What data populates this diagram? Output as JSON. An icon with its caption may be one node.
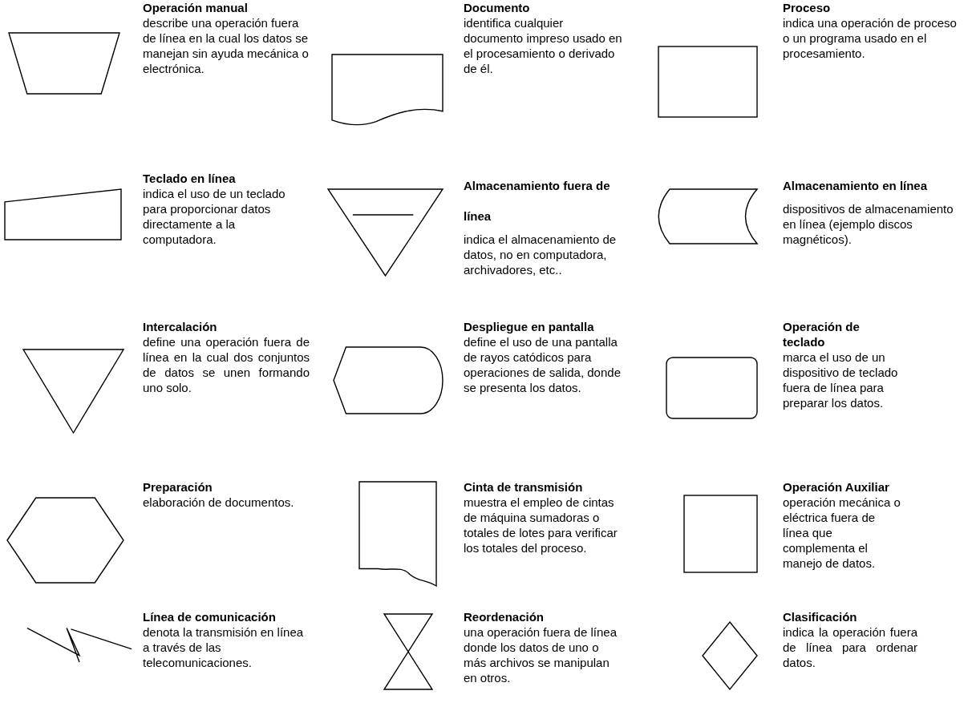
{
  "diagram": {
    "nodes": [
      {
        "text": [],
        "shape": "trapezoid",
        "beside": [
          "Operación manual",
          "describe una operación fuera de línea en la cual los datos se manejan sin ayuda mecánica o electrónica."
        ]
      },
      {
        "text": [],
        "shape": "document",
        "beside": [
          "Documento",
          "identifica cualquier documento impreso usado en el procesamiento o derivado de él."
        ]
      },
      {
        "text": [],
        "shape": "box",
        "beside": [
          "Proceso",
          "indica una operación de proceso o un programa usado en el procesamiento."
        ]
      },
      {
        "text": [],
        "shape": "quadrilateral",
        "beside": [
          "Teclado en línea",
          "indica el uso de un teclado para proporcionar datos directamente a la computadora."
        ]
      },
      {
        "text": [],
        "shape": "triangle",
        "beside": [
          "Almacenamiento fuera de línea",
          "indica el almacenamiento de datos, no en computadora, archivadores, etc.."
        ]
      },
      {
        "text": [],
        "shape": "cylinder",
        "beside": [
          "Almacenamiento en línea",
          "dispositivos de almacenamiento en línea (ejemplo discos magnéticos)."
        ]
      },
      {
        "text": [],
        "shape": "triangle",
        "beside": [
          "Intercalación",
          "define una operación fuera de línea en la cual dos conjuntos de datos se unen formando uno solo."
        ]
      },
      {
        "text": [],
        "shape": "display",
        "beside": [
          "Despliegue en pantalla",
          "define el uso de una pantalla de rayos catódicos para operaciones de salida, donde se presenta los datos."
        ]
      },
      {
        "text": [],
        "shape": "box",
        "beside": [
          "Operación de teclado",
          "marca el uso de un dispositivo de teclado fuera de línea para preparar los datos."
        ]
      },
      {
        "text": [],
        "shape": "hexagon",
        "beside": [
          "Preparación",
          "elaboración de documentos."
        ]
      },
      {
        "text": [],
        "shape": "tape",
        "beside": [
          "Cinta de transmisión",
          "muestra el empleo de cintas de máquina sumadoras o totales de lotes para verificar los totales del proceso."
        ]
      },
      {
        "text": [],
        "shape": "box",
        "beside": [
          "Operación Auxiliar",
          "operación mecánica o eléctrica fuera de línea que complementa el manejo de datos."
        ]
      },
      {
        "text": [],
        "shape": "zigzag",
        "beside": [
          "Línea de comunicación",
          "denota la transmisión en línea a través de las telecomunicaciones."
        ]
      },
      {
        "text": [],
        "shape": "hourglass",
        "beside": [
          "Reordenación",
          "una operación fuera de línea donde los datos de uno o más archivos se manipulan en otros."
        ]
      },
      {
        "text": [],
        "shape": "diamond",
        "beside": [
          "Clasificación",
          "indica la operación fuera de línea para ordenar datos."
        ]
      }
    ]
  }
}
